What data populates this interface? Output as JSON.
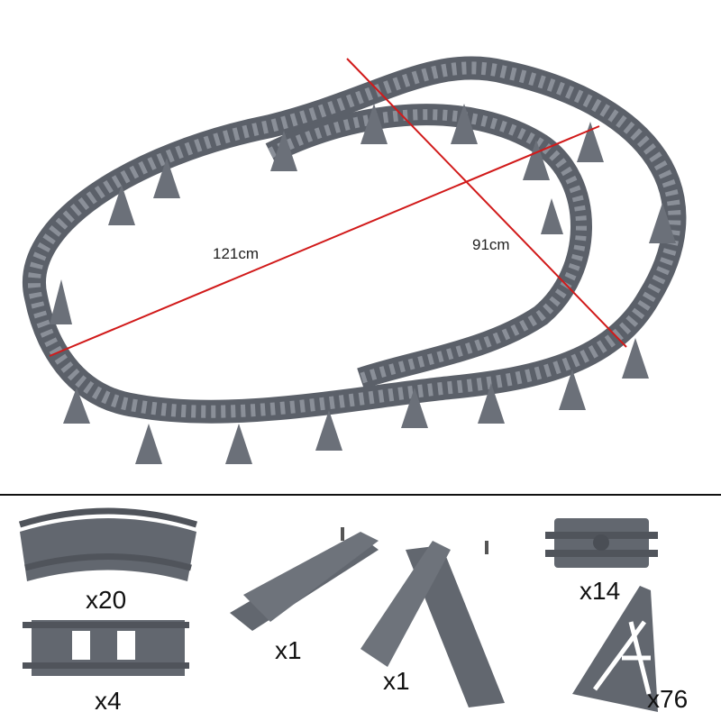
{
  "dimensions": {
    "length": "121cm",
    "width": "91cm"
  },
  "colors": {
    "track": "#6b7079",
    "measure_line": "#d11a1a",
    "divider": "#111111"
  },
  "parts": [
    {
      "name": "curved-track",
      "count": "x20"
    },
    {
      "name": "straight-track",
      "count": "x4"
    },
    {
      "name": "left-switch",
      "count": "x1"
    },
    {
      "name": "right-switch",
      "count": "x1"
    },
    {
      "name": "flex-track",
      "count": "x14"
    },
    {
      "name": "support-pillar",
      "count": "x76"
    }
  ]
}
